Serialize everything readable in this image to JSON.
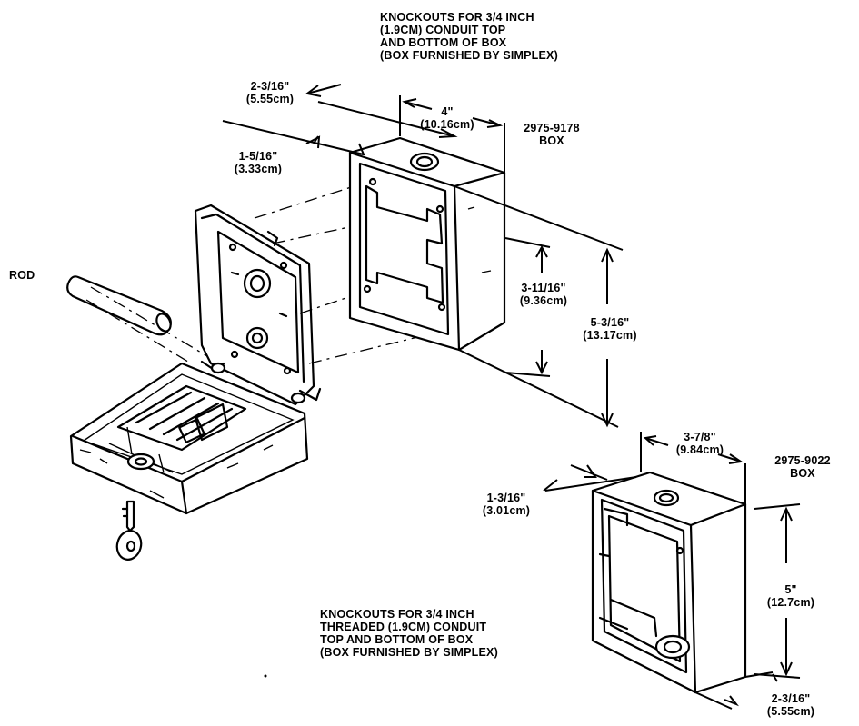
{
  "box1": {
    "knockout_note": [
      "KNOCKOUTS FOR 3/4 INCH",
      "(1.9CM) CONDUIT TOP",
      "AND BOTTOM OF BOX",
      "(BOX FURNISHED BY SIMPLEX)"
    ],
    "part_number": "2975-9178",
    "part_label": "BOX",
    "depth_outer": {
      "in": "2-3/16\"",
      "cm": "(5.55cm)"
    },
    "width": {
      "in": "4\"",
      "cm": "(10.16cm)"
    },
    "depth_inner": {
      "in": "1-5/16\"",
      "cm": "(3.33cm)"
    },
    "opening_height": {
      "in": "3-11/16\"",
      "cm": "(9.36cm)"
    },
    "height": {
      "in": "5-3/16\"",
      "cm": "(13.17cm)"
    }
  },
  "box2": {
    "knockout_note": [
      "KNOCKOUTS FOR 3/4 INCH",
      "THREADED (1.9CM) CONDUIT",
      "TOP AND BOTTOM OF BOX",
      "(BOX FURNISHED BY SIMPLEX)"
    ],
    "part_number": "2975-9022",
    "part_label": "BOX",
    "width": {
      "in": "3-7/8\"",
      "cm": "(9.84cm)"
    },
    "depth_inner": {
      "in": "1-3/16\"",
      "cm": "(3.01cm)"
    },
    "height": {
      "in": "5\"",
      "cm": "(12.7cm)"
    },
    "depth_outer": {
      "in": "2-3/16\"",
      "cm": "(5.55cm)"
    }
  },
  "rod_label": "ROD"
}
